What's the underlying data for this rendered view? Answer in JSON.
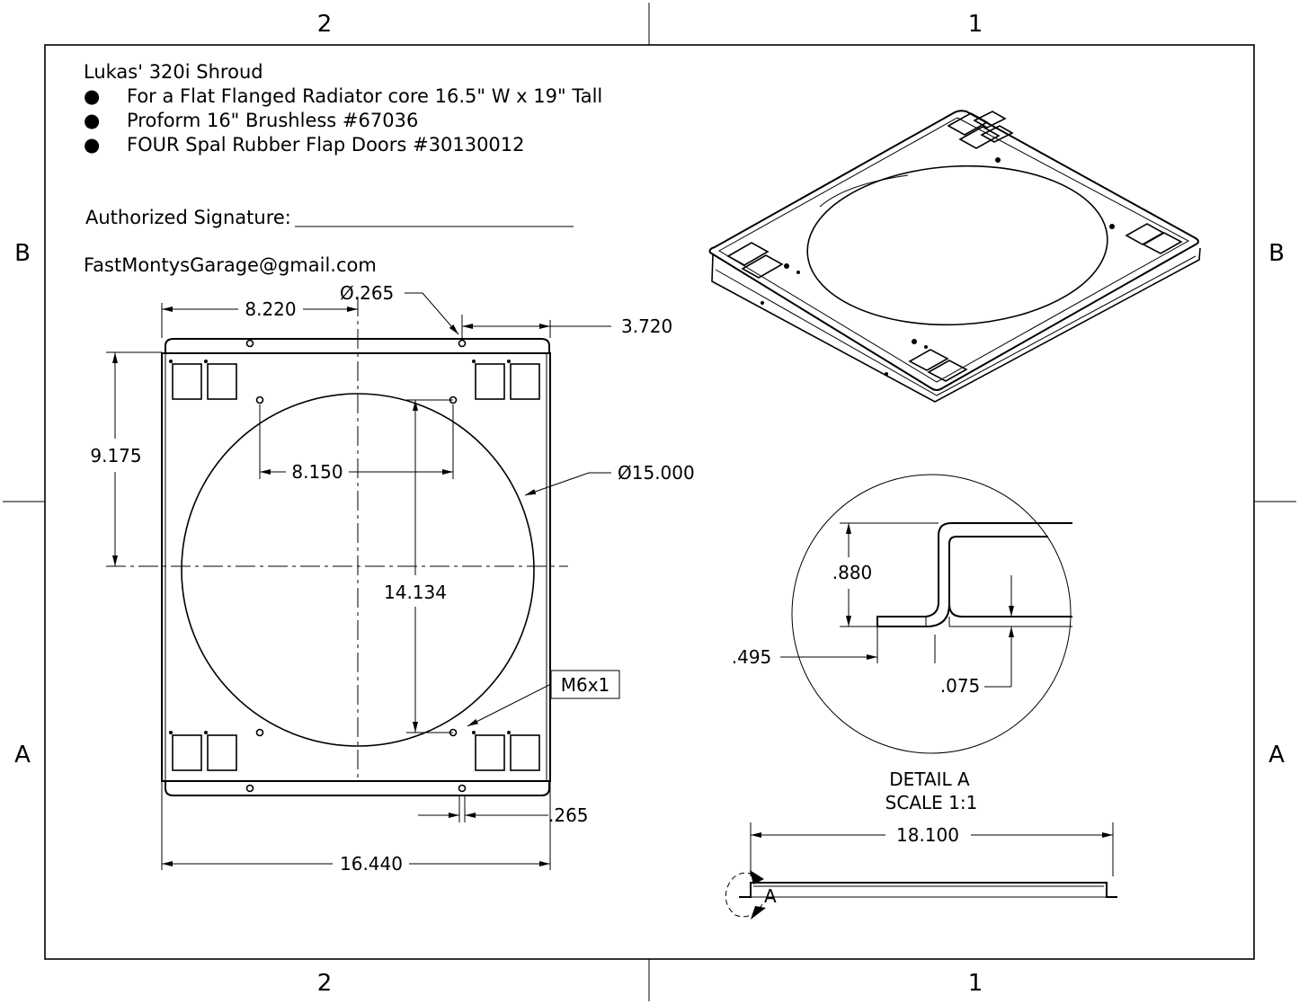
{
  "zones": {
    "top_left": "2",
    "top_right": "1",
    "bottom_left": "2",
    "bottom_right": "1",
    "left_upper": "B",
    "left_lower": "A",
    "right_upper": "B",
    "right_lower": "A"
  },
  "notes": {
    "title": "Lukas' 320i Shroud",
    "bullet_glyph": "●",
    "bullets": [
      "For a Flat Flanged Radiator core 16.5\" W x 19\" Tall",
      "Proform 16\" Brushless #67036",
      "FOUR Spal Rubber Flap Doors #30130012"
    ],
    "signature_label": "Authorized Signature:",
    "email": "FastMontysGarage@gmail.com"
  },
  "front_view": {
    "dim_width_overall": "16.440",
    "dim_left_to_center": "8.220",
    "dim_hole_diameter": "Ø.265",
    "dim_hole_offset_right": "3.720",
    "dim_top_to_center": "9.175",
    "dim_fan_hole_spacing": "8.150",
    "dim_fan_diameter": "Ø15.000",
    "dim_fan_hole_vertical": "14.134",
    "callout_thread": "M6x1",
    "dim_bottom_hole": ".265"
  },
  "detail": {
    "dim_flange_height": ".880",
    "dim_lip_length": ".495",
    "dim_thickness": ".075",
    "title": "DETAIL A",
    "scale": "SCALE 1:1"
  },
  "side_view": {
    "dim_overall": "18.100",
    "detail_marker": "A"
  }
}
